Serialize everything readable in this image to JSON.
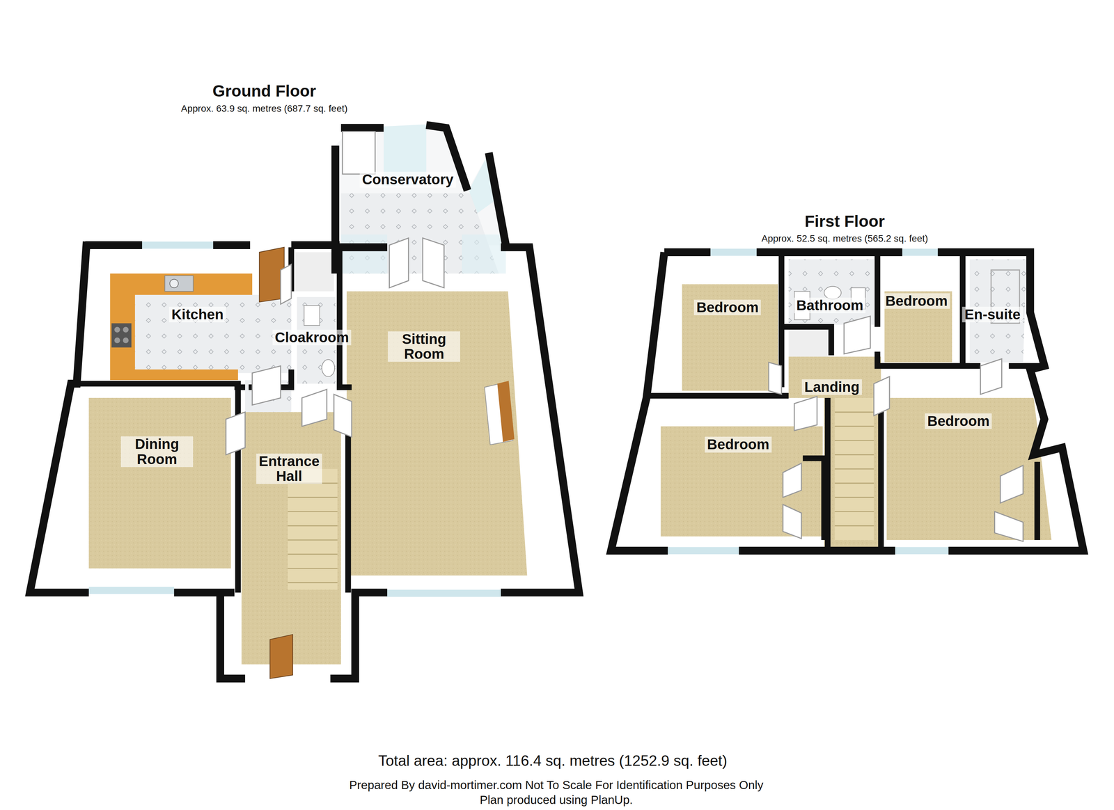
{
  "diagram": {
    "nodes": [
      {
        "text": [
          "Ground Floor",
          "Approx. 63.9 sq. metres (687.7 sq. feet)"
        ]
      },
      {
        "text": [
          "Conservatory"
        ],
        "in": 0
      },
      {
        "text": [
          "Kitchen"
        ],
        "in": 0
      },
      {
        "text": [
          "Cloakroom"
        ],
        "in": 0
      },
      {
        "text": [
          "Sitting Room"
        ],
        "in": 0
      },
      {
        "text": [
          "Dining Room"
        ],
        "in": 0
      },
      {
        "text": [
          "Entrance Hall"
        ],
        "in": 0
      },
      {
        "text": [
          "First Floor",
          "Approx. 52.5 sq. metres (565.2 sq. feet)"
        ]
      },
      {
        "text": [
          "Bedroom"
        ],
        "in": 7
      },
      {
        "text": [
          "Bathroom"
        ],
        "in": 7
      },
      {
        "text": [
          "Bedroom"
        ],
        "in": 7
      },
      {
        "text": [
          "En-suite"
        ],
        "in": 7
      },
      {
        "text": [
          "Landing"
        ],
        "in": 7
      },
      {
        "text": [
          "Bedroom"
        ],
        "in": 7
      },
      {
        "text": [
          "Bedroom"
        ],
        "in": 7
      }
    ],
    "labels": [
      "Total area: approx. 116.4 sq. metres (1252.9 sq. feet)",
      "Prepared By david-mortimer.com Not To Scale  For Identification Purposes Only",
      "Plan produced using PlanUp."
    ]
  }
}
